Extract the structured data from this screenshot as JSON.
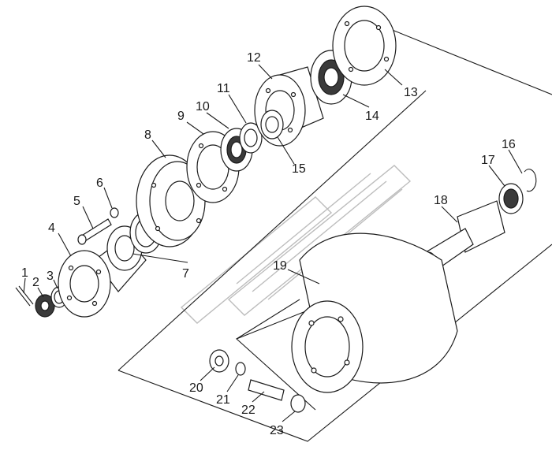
{
  "callouts": [
    "1",
    "2",
    "3",
    "4",
    "5",
    "6",
    "7",
    "8",
    "9",
    "10",
    "11",
    "12",
    "13",
    "14",
    "15",
    "16",
    "17",
    "18",
    "19",
    "20",
    "21",
    "22",
    "23"
  ],
  "colors": {
    "line": "#1a1a1a",
    "watermark": "#bdbdbd",
    "background": "#ffffff"
  }
}
